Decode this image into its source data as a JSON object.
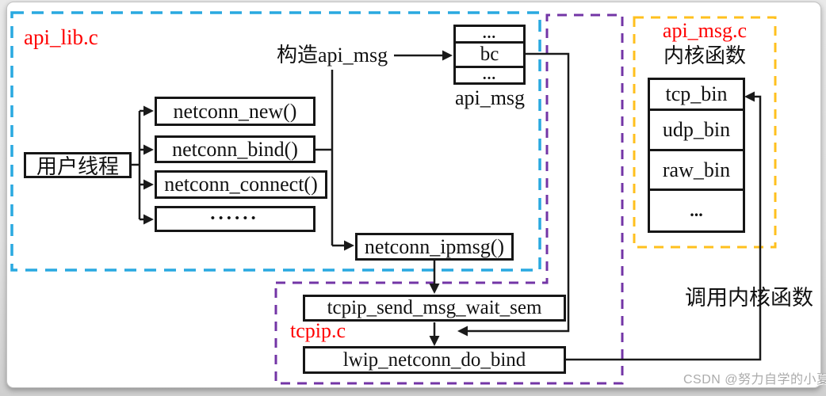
{
  "colors": {
    "api_lib_border": "#29A9E0",
    "tcpip_border": "#7335A6",
    "api_msg_border": "#FFC01E",
    "label_red": "#FF0000",
    "line_black": "#1A1A1A",
    "watermark_gray": "#ABABAB"
  },
  "api_lib": {
    "label": "api_lib.c",
    "user_thread_label": "用户线程",
    "functions": [
      "netconn_new()",
      "netconn_bind()",
      "netconn_connect()",
      "••••••"
    ],
    "construct_msg_label": "构造api_msg",
    "ipmsg_label": "netconn_ipmsg()"
  },
  "api_msg_struct": {
    "cells": [
      "...",
      "bc",
      "..."
    ],
    "caption": "api_msg"
  },
  "api_msg_c": {
    "label": "api_msg.c",
    "subtitle": "内核函数",
    "functions": [
      "tcp_bin",
      "udp_bin",
      "raw_bin",
      "..."
    ]
  },
  "tcpip_c": {
    "label": "tcpip.c",
    "send_msg_label": "tcpip_send_msg_wait_sem",
    "do_bind_label": "lwip_netconn_do_bind"
  },
  "call_kernel_label": "调用内核函数",
  "watermark": "CSDN @努力自学的小夏"
}
